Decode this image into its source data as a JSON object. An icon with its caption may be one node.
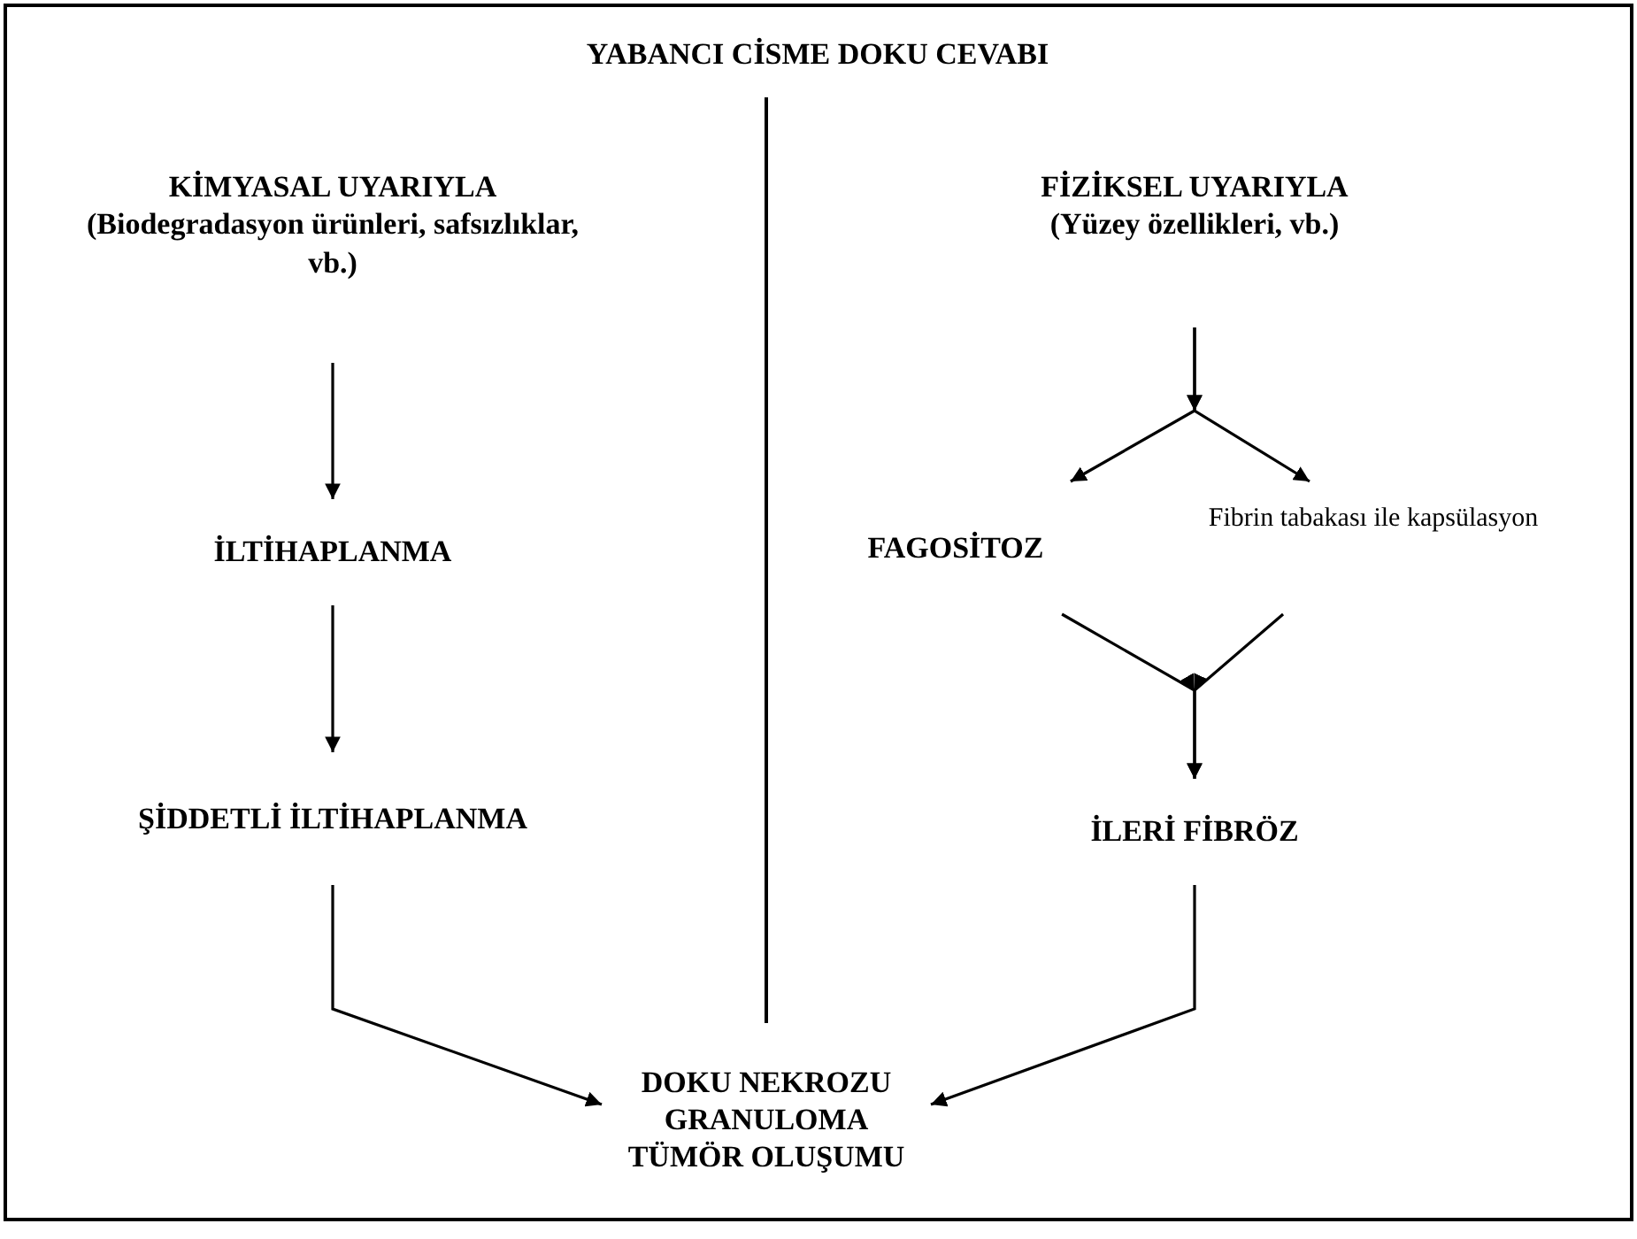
{
  "diagram": {
    "title": "YABANCI CİSME DOKU CEVABI",
    "nodes": [
      {
        "text": [
          "KİMYASAL UYARIYLA",
          "(Biodegradasyon ürünleri, safsızlıklar, vb.)"
        ]
      },
      {
        "text": [
          "İLTİHAPLANMA"
        ]
      },
      {
        "text": [
          "ŞİDDETLİ İLTİHAPLANMA"
        ]
      },
      {
        "text": [
          "FİZİKSEL UYARIYLA",
          "(Yüzey özellikleri, vb.)"
        ]
      },
      {
        "text": [
          "FAGOSİTOZ"
        ]
      },
      {
        "text": [
          "Fibrin tabakası ile kapsülasyon"
        ]
      },
      {
        "text": [
          "İLERİ FİBRÖZ"
        ]
      },
      {
        "text": [
          "DOKU NEKROZU",
          "GRANULOMA",
          "TÜMÖR OLUŞUMU"
        ]
      }
    ],
    "edges": [
      {
        "from": 0,
        "to": 1,
        "arrow": "to"
      },
      {
        "from": 1,
        "to": 2,
        "arrow": "to"
      },
      {
        "from": 3,
        "to": 4,
        "arrow": "to"
      },
      {
        "from": 3,
        "to": 5,
        "arrow": "to"
      },
      {
        "from": 4,
        "to": 6,
        "arrow": "to"
      },
      {
        "from": 5,
        "to": 6,
        "arrow": "to"
      },
      {
        "from": 2,
        "to": 7,
        "arrow": "to"
      },
      {
        "from": 6,
        "to": 7,
        "arrow": "to"
      }
    ]
  }
}
